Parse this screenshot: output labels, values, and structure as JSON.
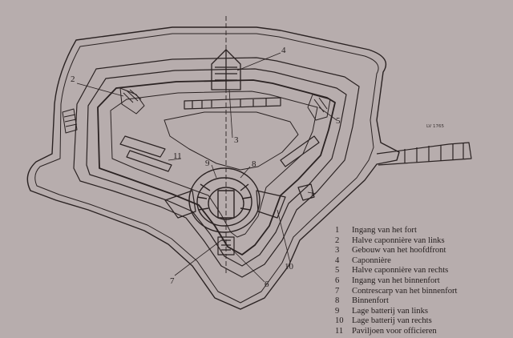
{
  "callouts": [
    "1",
    "2",
    "3",
    "4",
    "5",
    "6",
    "7",
    "8",
    "9",
    "10",
    "11"
  ],
  "legend": [
    {
      "num": "1",
      "text": "Ingang van het fort"
    },
    {
      "num": "2",
      "text": "Halve caponnière van links"
    },
    {
      "num": "3",
      "text": "Gebouw van het hoofdfront"
    },
    {
      "num": "4",
      "text": "Caponnière"
    },
    {
      "num": "5",
      "text": "Halve caponnière van rechts"
    },
    {
      "num": "6",
      "text": "Ingang van het binnenfort"
    },
    {
      "num": "7",
      "text": "Contrescarp van het binnenfort"
    },
    {
      "num": "8",
      "text": "Binnenfort"
    },
    {
      "num": "9",
      "text": "Lage batterij van links"
    },
    {
      "num": "10",
      "text": "Lage batterij van rechts"
    },
    {
      "num": "11",
      "text": "Paviljoen voor officieren"
    }
  ],
  "signature": "LV 1765",
  "colors": {
    "paper": "#b7adad",
    "ink": "#2a2222",
    "water": "#c4bbbb"
  }
}
